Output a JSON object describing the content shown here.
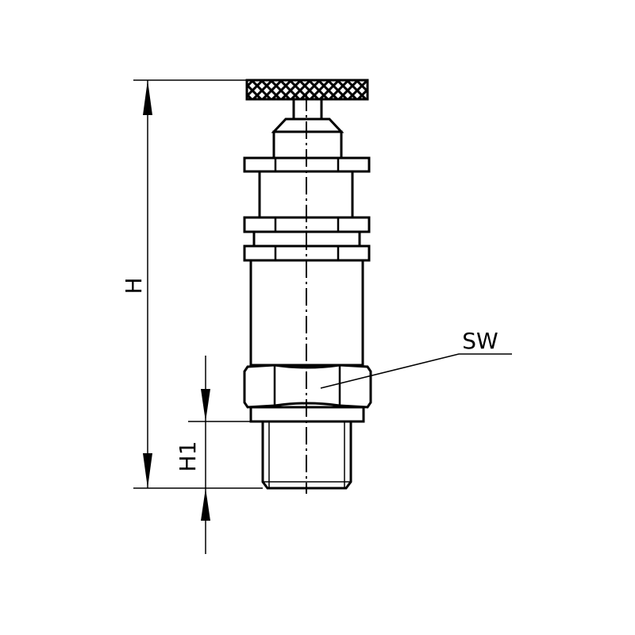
{
  "drawing": {
    "labels": {
      "height": "H",
      "thread_height": "H1",
      "wrench_size": "SW"
    },
    "line_color": "#000000",
    "background": "#ffffff"
  }
}
